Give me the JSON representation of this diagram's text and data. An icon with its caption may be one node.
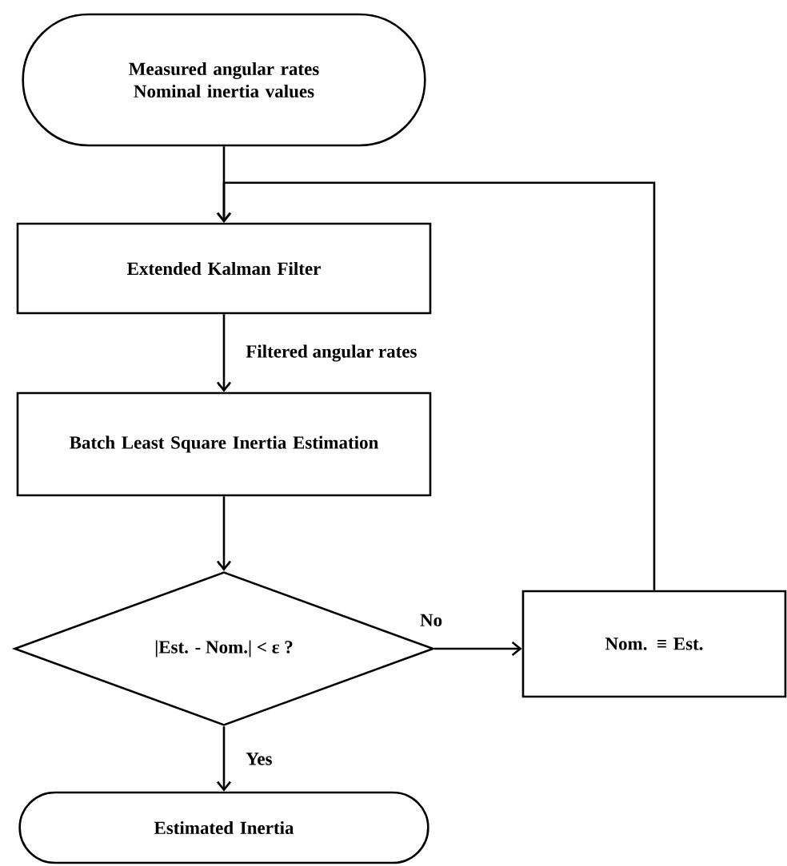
{
  "diagram": {
    "nodes": [
      {
        "text": [
          "Measured angular rates Nominal inertia values"
        ]
      },
      {
        "text": [
          "Extended Kalman Filter"
        ]
      },
      {
        "text": [
          "Batch Least Square Inertia Estimation"
        ]
      },
      {
        "text": [
          "|Est. - Nom.| < ε ?"
        ]
      },
      {
        "text": [
          "Nom. ≡ Est."
        ]
      },
      {
        "text": [
          "Estimated Inertia"
        ]
      }
    ],
    "edges": [
      {
        "from": 0,
        "to": 1,
        "arrow": "to"
      },
      {
        "from": 1,
        "to": 2,
        "arrow": "to",
        "label": "Filtered angular rates"
      },
      {
        "from": 2,
        "to": 3,
        "arrow": "to"
      },
      {
        "from": 3,
        "to": 4,
        "arrow": "to",
        "label": "No"
      },
      {
        "from": 4,
        "to": 1,
        "arrow": "to"
      },
      {
        "from": 3,
        "to": 5,
        "arrow": "to",
        "label": "Yes"
      }
    ]
  }
}
